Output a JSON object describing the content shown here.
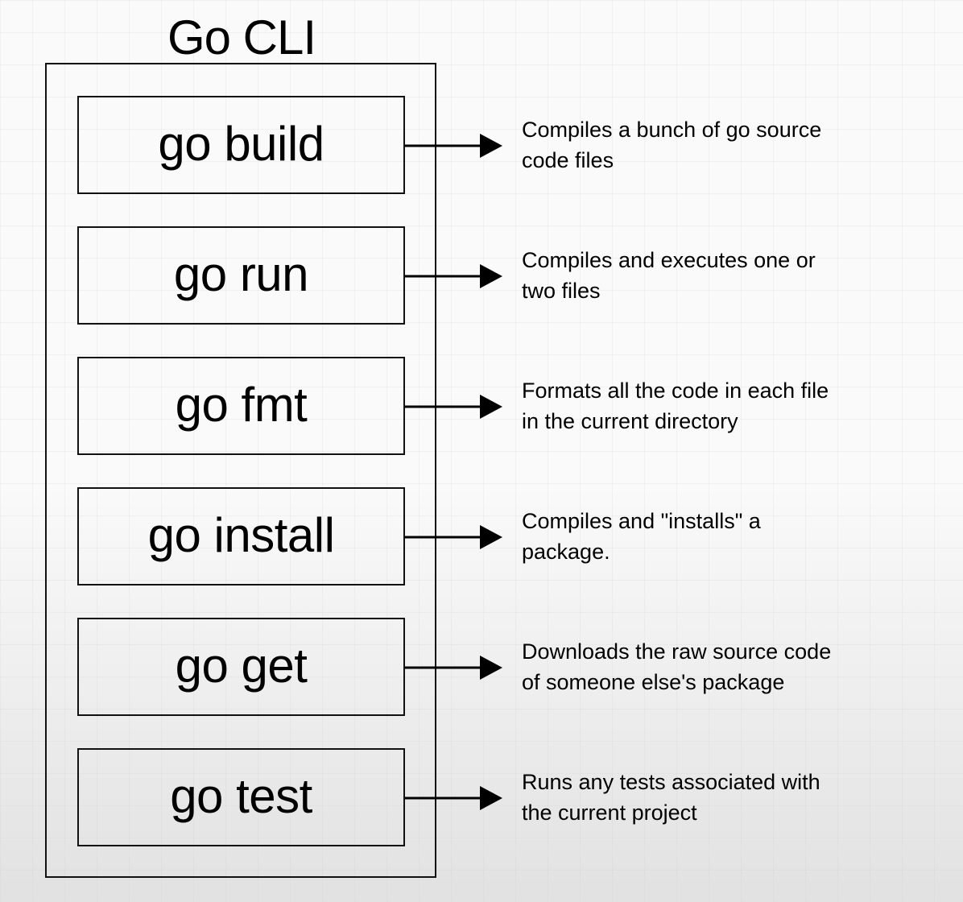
{
  "title": "Go CLI",
  "commands": [
    {
      "label": "go build",
      "description": "Compiles a bunch of go source\ncode files"
    },
    {
      "label": "go run",
      "description": "Compiles and executes one or\ntwo files"
    },
    {
      "label": "go fmt",
      "description": "Formats all the code in each file\nin the current directory"
    },
    {
      "label": "go install",
      "description": "Compiles and \"installs\" a\npackage."
    },
    {
      "label": "go get",
      "description": "Downloads the raw source code\nof someone else's package"
    },
    {
      "label": "go test",
      "description": "Runs any tests associated with\nthe current project"
    }
  ]
}
